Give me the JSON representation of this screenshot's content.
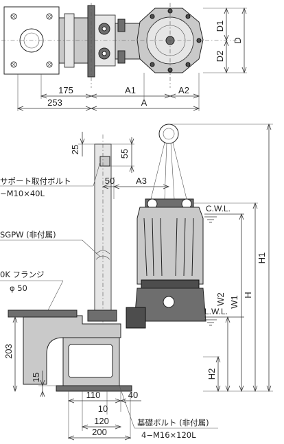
{
  "plan_view": {
    "dims": {
      "d175": "175",
      "a1": "A1",
      "a2": "A2",
      "d253": "253",
      "a": "A",
      "d1": "D1",
      "d2": "D2",
      "d": "D"
    }
  },
  "elevation": {
    "dims": {
      "d25": "25",
      "d55": "55",
      "d50": "50",
      "a3": "A3",
      "h1": "H1",
      "h": "H",
      "w1": "W1",
      "w2": "W2",
      "h2": "H2",
      "d203": "203",
      "d15": "15",
      "d110": "110",
      "d40": "40",
      "d10": "10",
      "d120": "120",
      "d200": "200"
    },
    "notes": {
      "support_bolt_1": "サポート取付ボルト",
      "support_bolt_2": "−M10×40L",
      "pipe": "SGPW (非付属)",
      "flange_1": "0K フランジ",
      "flange_2": "φ 50",
      "foundation_bolt_1": "基礎ボルト (非付属)",
      "foundation_bolt_2": "4−M16×120L"
    },
    "water_levels": {
      "cwl": "C.W.L.",
      "lwl": "L.W.L."
    }
  }
}
